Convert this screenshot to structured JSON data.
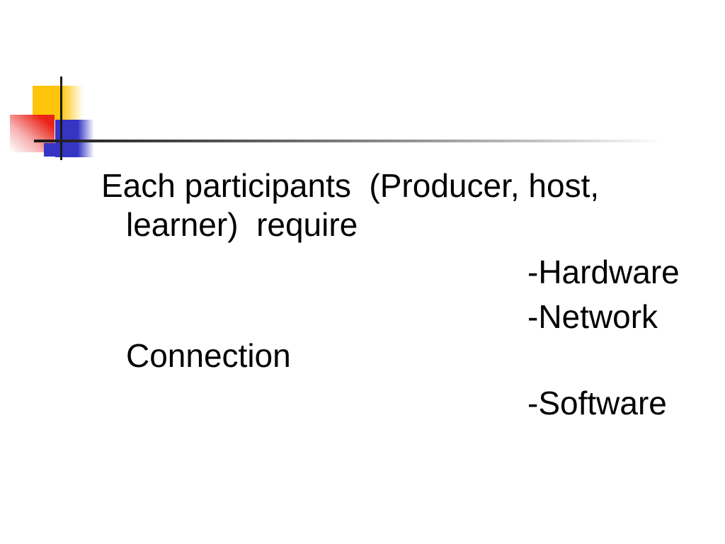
{
  "slide": {
    "background_color": "#ffffff",
    "text_color": "#000000",
    "decoration": {
      "yellow_square_color": "#fec50a",
      "red_square_color": "#ea2318",
      "blue_square_color": "#3535c4",
      "line_color": "#191919"
    },
    "lines": [
      {
        "text": "Each participants  (Producer, host,"
      },
      {
        "text": "learner)  require"
      },
      {
        "text": "-Hardware"
      },
      {
        "text": "-Network"
      },
      {
        "text": "Connection"
      },
      {
        "text": "-Software"
      }
    ]
  }
}
